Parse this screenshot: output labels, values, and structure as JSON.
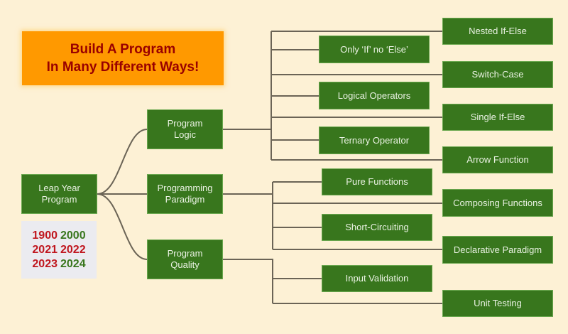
{
  "title": {
    "line1": "Build A Program",
    "line2": "In Many Different Ways!"
  },
  "colors": {
    "background": "#fdf1d5",
    "node_fill": "#38761d",
    "node_text": "#eaf2e3",
    "title_fill": "#ff9900",
    "title_text": "#990000",
    "connector": "#6b6456",
    "non_leap_year": "#c0161e",
    "leap_year": "#38761d",
    "years_box": "#ebebf0"
  },
  "root": {
    "label": "Leap Year\nProgram"
  },
  "years": [
    {
      "year": "1900",
      "leap": false
    },
    {
      "year": "2000",
      "leap": true
    },
    {
      "year": "2021",
      "leap": false
    },
    {
      "year": "2022",
      "leap": false
    },
    {
      "year": "2023",
      "leap": false
    },
    {
      "year": "2024",
      "leap": true
    }
  ],
  "branches": [
    {
      "label": "Program\nLogic",
      "children": [
        "Nested If-Else",
        "Only ‘If’ no ‘Else’",
        "Switch-Case",
        "Logical Operators",
        "Single If-Else",
        "Ternary Operator",
        "Arrow Function"
      ]
    },
    {
      "label": "Programming\nParadigm",
      "children": [
        "Pure Functions",
        "Composing Functions",
        "Short-Circuiting",
        "Declarative Paradigm"
      ]
    },
    {
      "label": "Program\nQuality",
      "children": [
        "Input Validation",
        "Unit Testing"
      ]
    }
  ]
}
